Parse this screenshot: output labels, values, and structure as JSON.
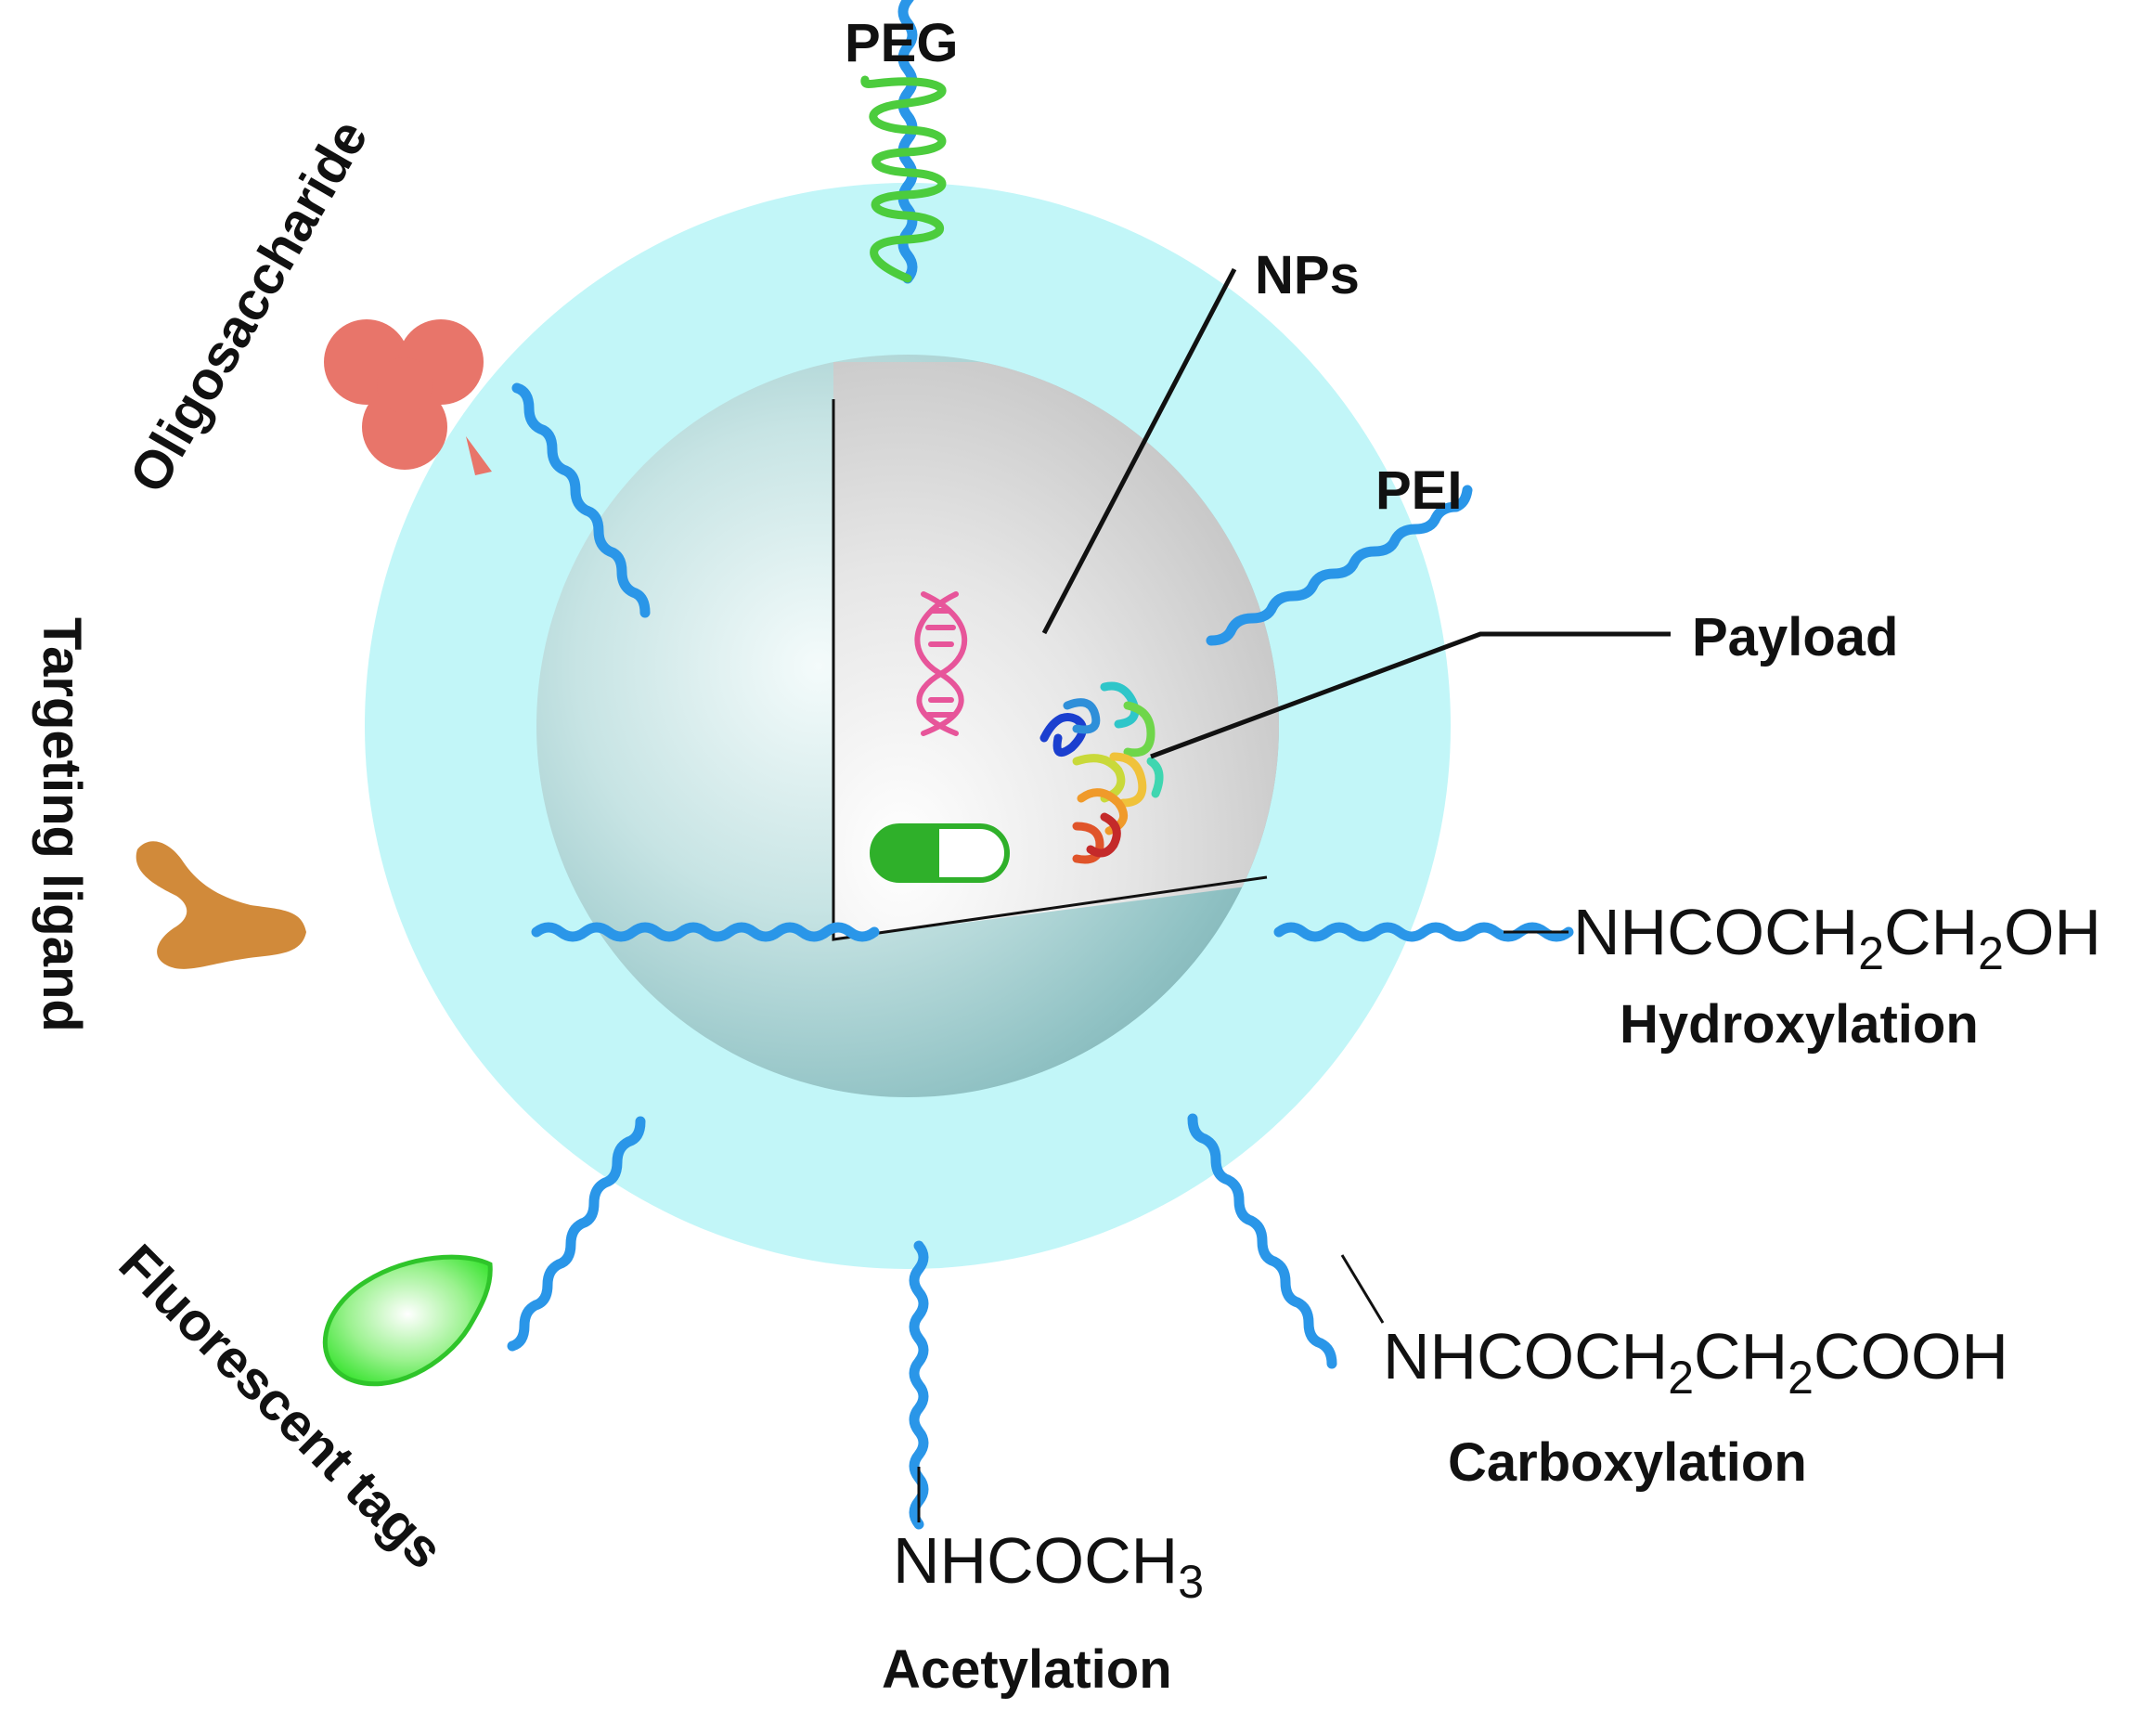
{
  "colors": {
    "shell": "#c2f6f8",
    "chain": "#2a96e8",
    "peg": "#4ccc3d",
    "oligosaccharide": "#e8756a",
    "targeting_ligand": "#d18a3a",
    "fluorescent_tag": "#43e53a",
    "dna": "#e7559a",
    "capsule": "#2fb02a"
  },
  "labels": {
    "peg": "PEG",
    "oligosaccharide": "Oligosaccharide",
    "nps": "NPs",
    "pei": "PEI",
    "payload": "Payload",
    "targeting_ligand": "Targeting ligand",
    "fluorescent_tags": "Fluorescent tags",
    "hydroxylation": "Hydroxylation",
    "carboxylation": "Carboxylation",
    "acetylation": "Acetylation"
  },
  "formulas": {
    "hydroxylation": {
      "p1": "NHCOCH",
      "s1": "2",
      "p2": "CH",
      "s2": "2",
      "p3": "OH"
    },
    "carboxylation": {
      "p1": "NHCOCH",
      "s1": "2",
      "p2": "CH",
      "s2": "2",
      "p3": "COOH"
    },
    "acetylation": {
      "p1": "NHCOCH",
      "s1": "3"
    }
  },
  "icons": [
    "dna-icon",
    "capsule-icon",
    "protein-icon"
  ]
}
